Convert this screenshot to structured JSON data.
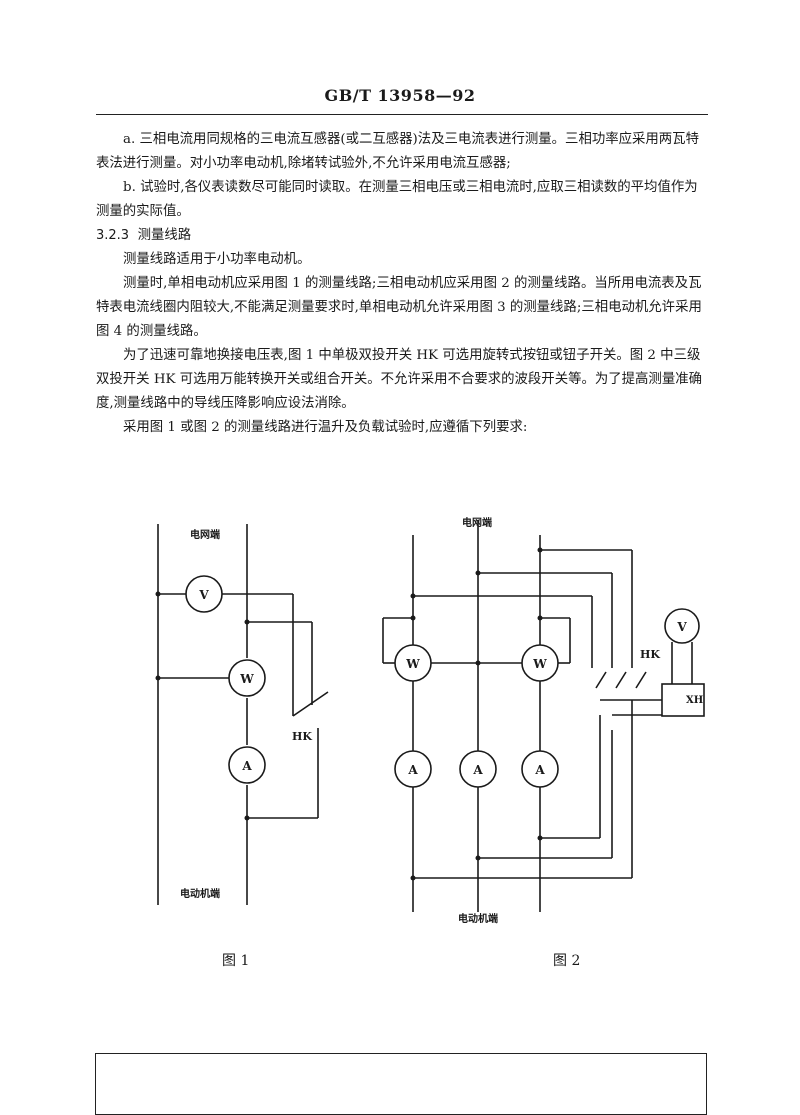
{
  "header": {
    "standard_code": "GB/T 13958—92"
  },
  "paragraphs": [
    {
      "id": "a",
      "text": "a.  三相电流用同规格的三电流互感器(或二互感器)法及三电流表进行测量。三相功率应采用两瓦特表法进行测量。对小功率电动机,除堵转试验外,不允许采用电流互感器;"
    },
    {
      "id": "b",
      "text": "b.  试验时,各仪表读数尽可能同时读取。在测量三相电压或三相电流时,应取三相读数的平均值作为测量的实际值。"
    },
    {
      "id": "section",
      "number": "3.2.3",
      "title": "测量线路"
    },
    {
      "id": "p1",
      "text": "测量线路适用于小功率电动机。"
    },
    {
      "id": "p2",
      "text": "测量时,单相电动机应采用图 1 的测量线路;三相电动机应采用图 2 的测量线路。当所用电流表及瓦特表电流线圈内阻较大,不能满足测量要求时,单相电动机允许采用图 3 的测量线路;三相电动机允许采用图 4 的测量线路。"
    },
    {
      "id": "p3",
      "text": "为了迅速可靠地换接电压表,图 1 中单极双投开关 HK 可选用旋转式按钮或钮子开关。图 2 中三级双投开关 HK 可选用万能转换开关或组合开关。不允许采用不合要求的波段开关等。为了提高测量准确度,测量线路中的导线压降影响应设法消除。"
    },
    {
      "id": "p4",
      "text": "采用图 1 或图 2 的测量线路进行温升及负载试验时,应遵循下列要求:"
    }
  ],
  "figure1": {
    "caption": "图 1",
    "top_label": "电网端",
    "bottom_label": "电动机端",
    "meters": {
      "voltmeter": "V",
      "wattmeter": "W",
      "ammeter": "A"
    },
    "switch_label": "HK"
  },
  "figure2": {
    "caption": "图 2",
    "top_label": "电网端",
    "bottom_label": "电动机端",
    "meters": {
      "voltmeter": "V",
      "wattmeter": "W",
      "ammeter": "A"
    },
    "switch_label": "HK",
    "selector_label": "XH"
  }
}
